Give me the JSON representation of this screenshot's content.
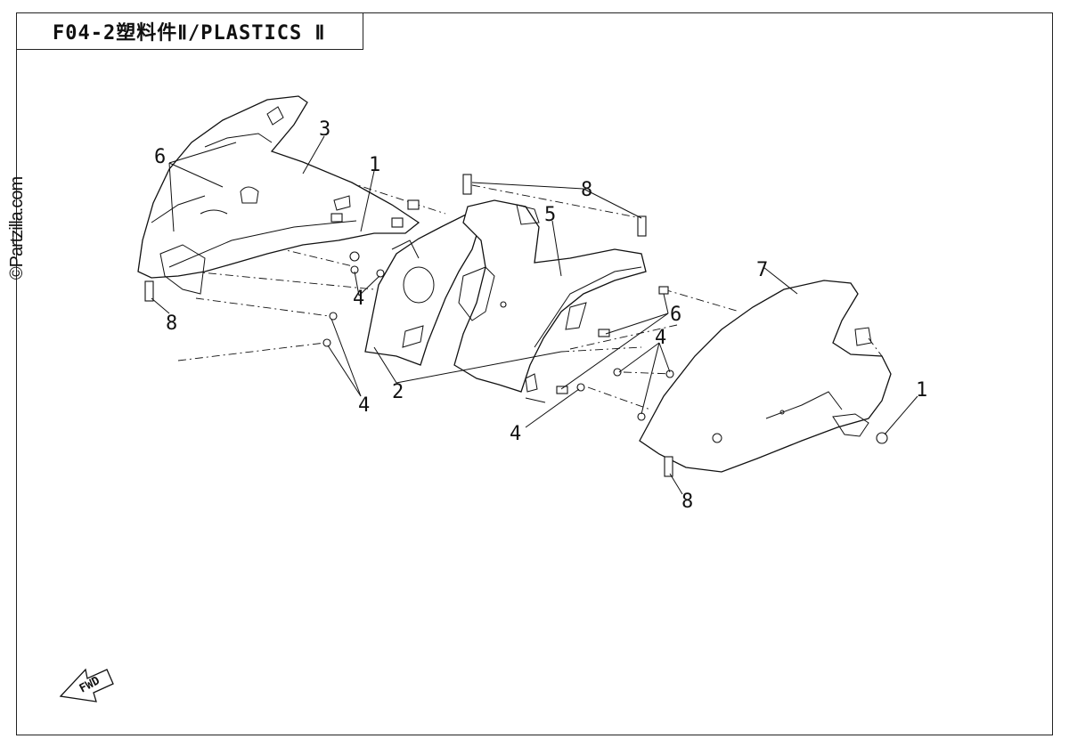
{
  "title": "F04-2塑料件Ⅱ/PLASTICS Ⅱ",
  "watermark": "©Partzilla.com",
  "fwd_label": "FWD",
  "callouts": {
    "c1a": "1",
    "c1b": "1",
    "c2": "2",
    "c3": "3",
    "c4a": "4",
    "c4b": "4",
    "c4c": "4",
    "c4d": "4",
    "c5": "5",
    "c6a": "6",
    "c6b": "6",
    "c7": "7",
    "c8a": "8",
    "c8b": "8",
    "c8c": "8"
  }
}
